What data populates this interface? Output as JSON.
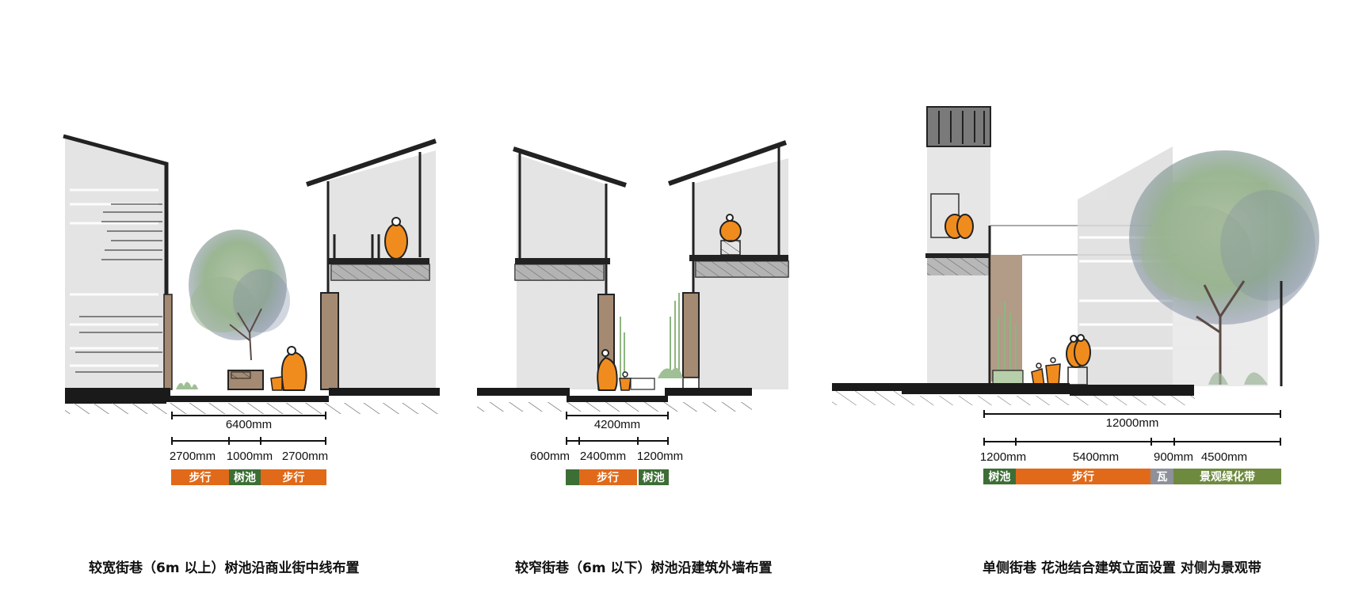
{
  "colors": {
    "walk": "#e06a1a",
    "tree_pool": "#3d6e35",
    "tile": "#8e9199",
    "landscape": "#6e8a3f",
    "figure": "#f08c1e",
    "wall": "#e4e4e4",
    "timber": "#a48a72",
    "ground": "#1a1a1a"
  },
  "panels": [
    {
      "id": "wide",
      "caption": "较宽街巷（6m 以上）树池沿商业街中线布置",
      "total_dim": "6400mm",
      "segments": [
        {
          "dim": "2700mm",
          "label": "步行",
          "type": "walk"
        },
        {
          "dim": "1000mm",
          "label": "树池",
          "type": "tree_pool"
        },
        {
          "dim": "2700mm",
          "label": "步行",
          "type": "walk"
        }
      ]
    },
    {
      "id": "narrow",
      "caption": "较窄街巷（6m 以下）树池沿建筑外墙布置",
      "total_dim": "4200mm",
      "segments": [
        {
          "dim": "600mm",
          "label": "",
          "type": "tree_pool"
        },
        {
          "dim": "2400mm",
          "label": "步行",
          "type": "walk"
        },
        {
          "dim": "1200mm",
          "label": "树池",
          "type": "tree_pool"
        }
      ]
    },
    {
      "id": "single",
      "caption": "单侧街巷 花池结合建筑立面设置 对侧为景观带",
      "total_dim": "12000mm",
      "segments": [
        {
          "dim": "1200mm",
          "label": "树池",
          "type": "tree_pool"
        },
        {
          "dim": "5400mm",
          "label": "步行",
          "type": "walk"
        },
        {
          "dim": "900mm",
          "label": "瓦",
          "type": "tile"
        },
        {
          "dim": "4500mm",
          "label": "景观绿化带",
          "type": "landscape"
        }
      ]
    }
  ]
}
